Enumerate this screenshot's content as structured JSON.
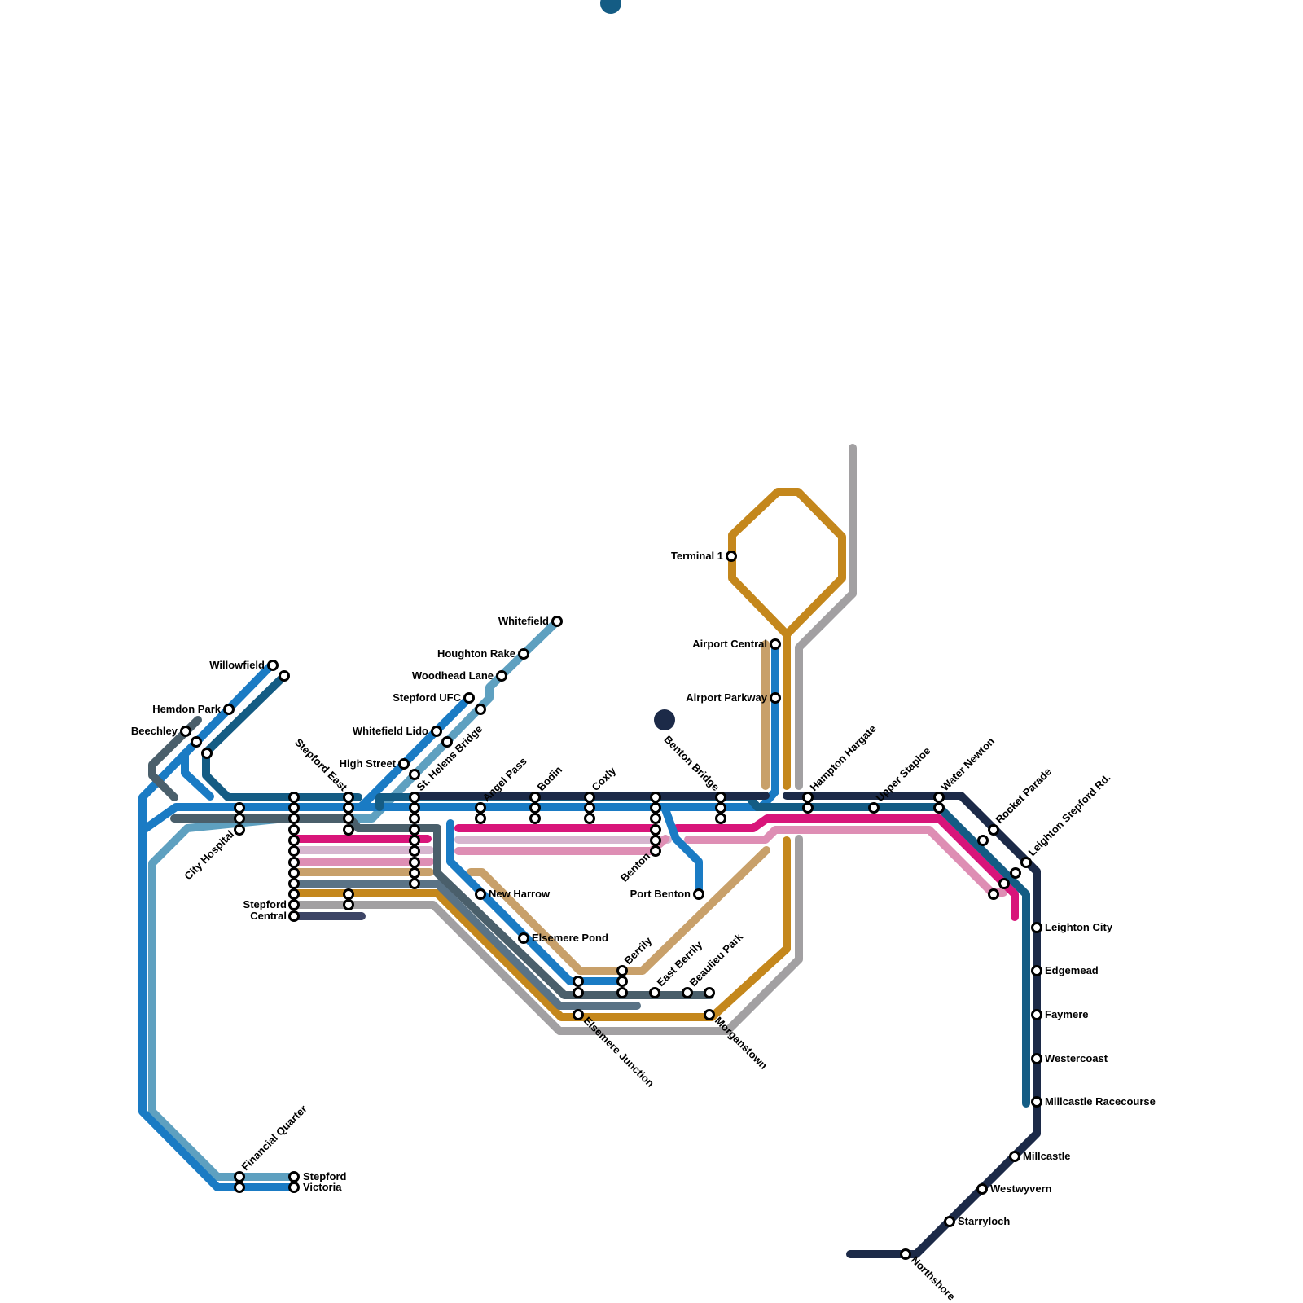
{
  "map": {
    "colors": {
      "line_blue": "#1a7bc4",
      "line_light_blue": "#5ea0c0",
      "line_dark_teal": "#145c84",
      "line_slate": "#4a5f6b",
      "line_navy": "#1c2a48",
      "line_magenta": "#d8157a",
      "line_pink": "#de8eb4",
      "line_lilac": "#d6b6cf",
      "line_tan": "#c8a06a",
      "line_gold": "#c4871c",
      "line_grey": "#a2a0a2",
      "line_steel": "#5a7386",
      "line_indigo": "#3d4566"
    },
    "stations": {
      "willowfield": "Willowfield",
      "hemdon_park": "Hemdon Park",
      "beechley": "Beechley",
      "city_hospital": "City Hospital",
      "stepford_east": "Stepford East",
      "stepford_central_1": "Stepford",
      "stepford_central_2": "Central",
      "financial_quarter": "Financial Quarter",
      "stepford_victoria_1": "Stepford",
      "stepford_victoria_2": "Victoria",
      "whitefield": "Whitefield",
      "houghton_rake": "Houghton Rake",
      "woodhead_lane": "Woodhead Lane",
      "stepford_ufc": "Stepford UFC",
      "whitefield_lido": "Whitefield Lido",
      "high_street": "High Street",
      "st_helens_bridge": "St. Helens Bridge",
      "angel_pass": "Angel Pass",
      "bodin": "Bodin",
      "coxly": "Coxly",
      "benton_bridge": "Benton Bridge",
      "benton": "Benton",
      "port_benton": "Port Benton",
      "new_harrow": "New Harrow",
      "elsemere_pond": "Elsemere Pond",
      "elsemere_junction": "Elsemere Junction",
      "berrily": "Berrily",
      "east_berrily": "East Berrily",
      "beaulieu_park": "Beaulieu Park",
      "morganstown": "Morganstown",
      "terminal_1": "Terminal 1",
      "airport_central": "Airport Central",
      "airport_parkway": "Airport Parkway",
      "hampton_hargate": "Hampton Hargate",
      "upper_staploe": "Upper Staploe",
      "water_newton": "Water Newton",
      "rocket_parade": "Rocket Parade",
      "leighton_stepford_rd": "Leighton Stepford Rd.",
      "leighton_city": "Leighton City",
      "edgemead": "Edgemead",
      "faymere": "Faymere",
      "westercoast": "Westercoast",
      "millcastle_racecourse": "Millcastle Racecourse",
      "millcastle": "Millcastle",
      "westwyvern": "Westwyvern",
      "starryloch": "Starryloch",
      "northshore": "Northshore"
    }
  }
}
